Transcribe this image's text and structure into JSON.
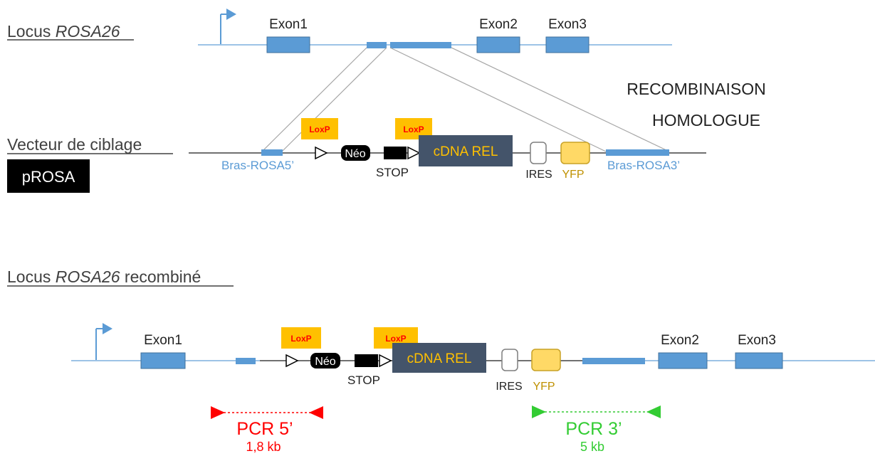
{
  "locus": {
    "title_prefix": "Locus ",
    "title_italic": "ROSA26",
    "exon1": "Exon1",
    "exon2": "Exon2",
    "exon3": "Exon3"
  },
  "recombination": {
    "line1": "RECOMBINAISON",
    "line2": "HOMOLOGUE"
  },
  "vector": {
    "title": "Vecteur de ciblage",
    "badge": "pROSA",
    "arm5": "Bras-ROSA5’",
    "arm3": "Bras-ROSA3’",
    "loxp": "LoxP",
    "neo": "Néo",
    "stop": "STOP",
    "cdna": "cDNA REL",
    "ires": "IRES",
    "yfp": "YFP"
  },
  "recombined": {
    "title_prefix": "Locus ",
    "title_italic": "ROSA26",
    "title_suffix": " recombiné",
    "exon1": "Exon1",
    "exon2": "Exon2",
    "exon3": "Exon3",
    "loxp": "LoxP",
    "neo": "Néo",
    "stop": "STOP",
    "cdna": "cDNA REL",
    "ires": "IRES",
    "yfp": "YFP",
    "pcr5": "PCR 5’",
    "pcr5_size": "1,8 kb",
    "pcr3": "PCR 3’",
    "pcr3_size": "5 kb"
  },
  "colors": {
    "locus_line": "#9dc3e6",
    "exon_fill": "#5b9bd5",
    "exon_stroke": "#41719c",
    "loxp_box": "#ffc000",
    "loxp_text": "#ff0000",
    "cdna_box": "#44546a",
    "cdna_text": "#ffc000",
    "yfp_fill": "#ffd966",
    "yfp_stroke": "#c9a227",
    "yfp_text": "#bf9000",
    "arm_text": "#5b9bd5",
    "pcr5": "#ff0000",
    "pcr3": "#33cc33",
    "badge_bg": "#000000",
    "badge_text": "#ffffff"
  }
}
